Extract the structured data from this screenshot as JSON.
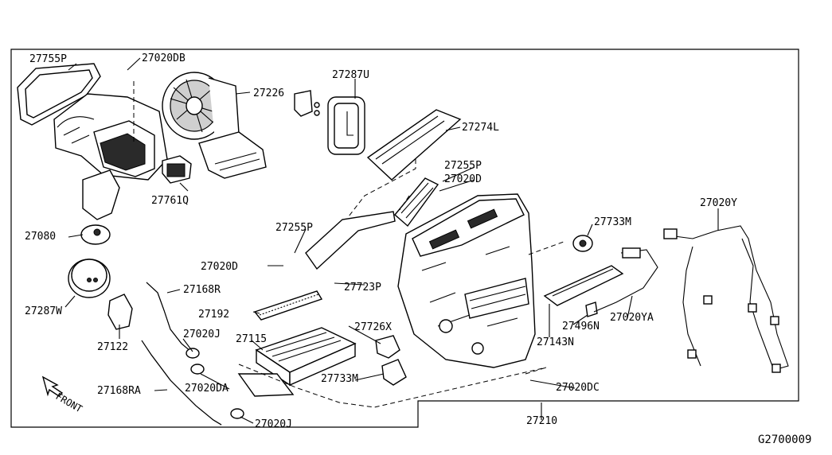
{
  "diagram_id": "G2700009",
  "front_label": "FRONT",
  "labels": {
    "p27755P": "27755P",
    "p27020DB": "27020DB",
    "p27226": "27226",
    "p27287U": "27287U",
    "p27274L": "27274L",
    "p27255P_a": "27255P",
    "p27020D_a": "27020D",
    "p27761Q": "27761Q",
    "p27080": "27080",
    "p27255P_b": "27255P",
    "p27020D_b": "27020D",
    "p27723P": "27723P",
    "p27168R": "27168R",
    "p27287W": "27287W",
    "p27192": "27192",
    "p27020J_a": "27020J",
    "p27122": "27122",
    "p27726X": "27726X",
    "p27115": "27115",
    "p27733M_a": "27733M",
    "p27733M_b": "27733M",
    "p27020Y": "27020Y",
    "p27496N": "27496N",
    "p27020YA": "27020YA",
    "p27143N": "27143N",
    "p27168RA": "27168RA",
    "p27020DA": "27020DA",
    "p27020DC": "27020DC",
    "p27210": "27210",
    "p27020J_b": "27020J"
  }
}
